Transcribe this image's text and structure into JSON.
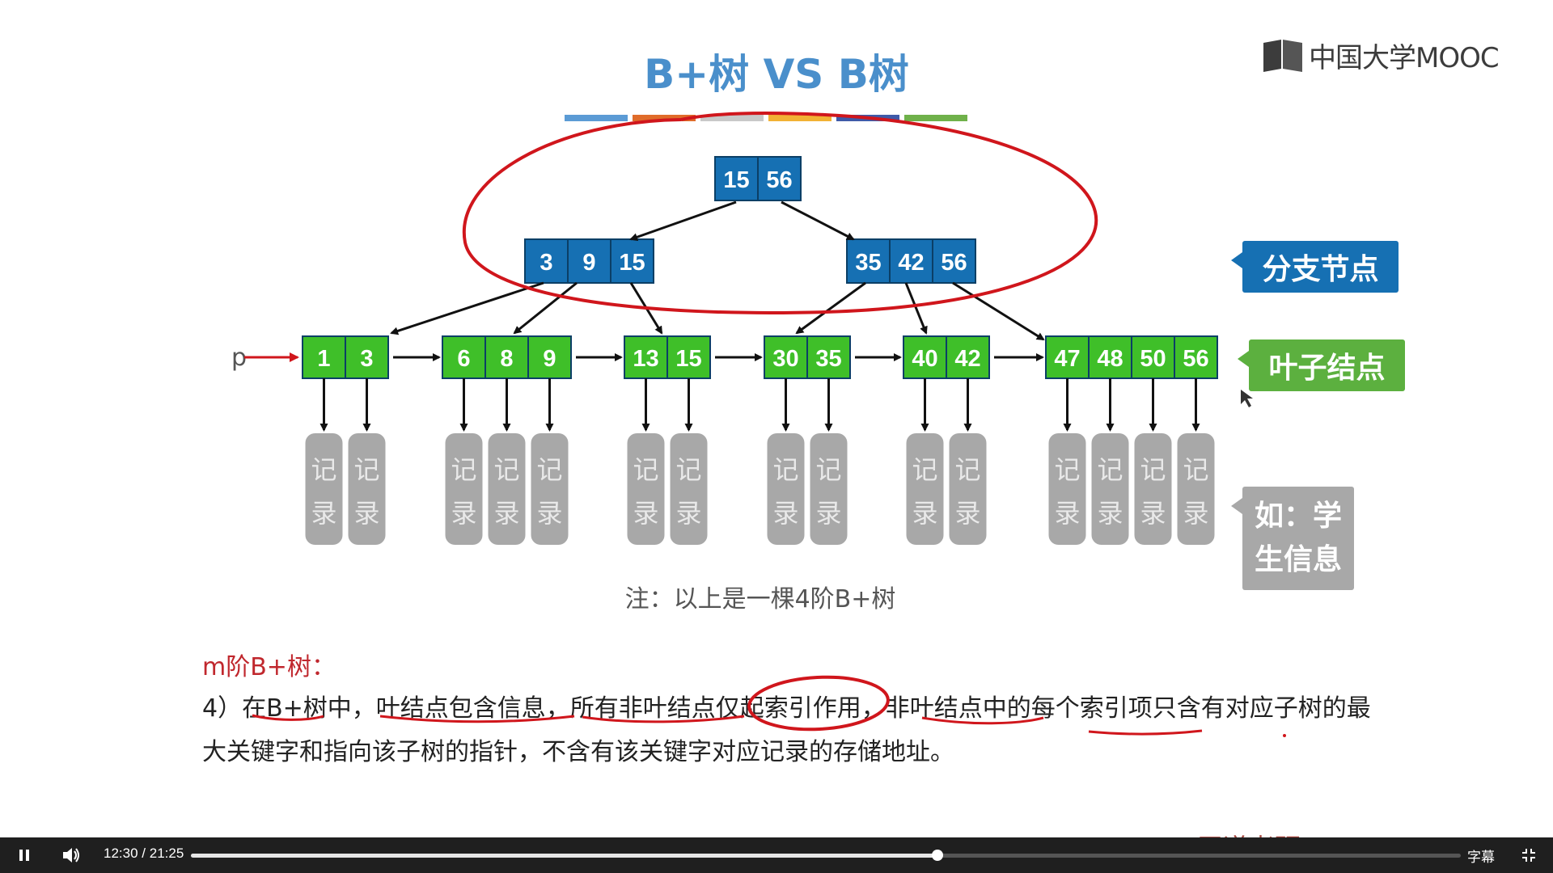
{
  "slide": {
    "title": "B+树 VS B树",
    "logo_text": "中国大学MOOC",
    "bar_colors": [
      "#5b9bd5",
      "#e06c2a",
      "#c8c8c8",
      "#f2b134",
      "#3f5aa8",
      "#6fb14a"
    ],
    "tree": {
      "pointer_label": "p",
      "root": [
        "15",
        "56"
      ],
      "branch_nodes": [
        [
          "3",
          "9",
          "15"
        ],
        [
          "35",
          "42",
          "56"
        ]
      ],
      "leaf_nodes": [
        [
          "1",
          "3"
        ],
        [
          "6",
          "8",
          "9"
        ],
        [
          "13",
          "15"
        ],
        [
          "30",
          "35"
        ],
        [
          "40",
          "42"
        ],
        [
          "47",
          "48",
          "50",
          "56"
        ]
      ],
      "record_label": [
        "记",
        "录"
      ],
      "colors": {
        "branch": "#1670b3",
        "leaf": "#3fbf29",
        "record": "#a8a8a8",
        "annotation": "#d0161c"
      }
    },
    "tags": {
      "branch": "分支节点",
      "leaf": "叶子结点",
      "record_example": [
        "如：学",
        "生信息"
      ]
    },
    "note": "注：以上是一棵4阶B+树",
    "m_heading": "m阶B+树：",
    "paragraph": "4）在B+树中，叶结点包含信息，所有非叶结点仅起索引作用，非叶结点中的每个索引项只含有对应子树的最大关键字和指向该子树的指针，不含有该关键字对应记录的存储地址。"
  },
  "player": {
    "current_time": "12:30",
    "separator": "/",
    "total_time": "21:25",
    "progress_fraction": 0.5882,
    "subtitle_label": "字幕",
    "watermark": "王道考研/CSKAOYAN.COM",
    "icons": [
      "pause-icon",
      "volume-icon",
      "exit-fullscreen-icon"
    ]
  }
}
